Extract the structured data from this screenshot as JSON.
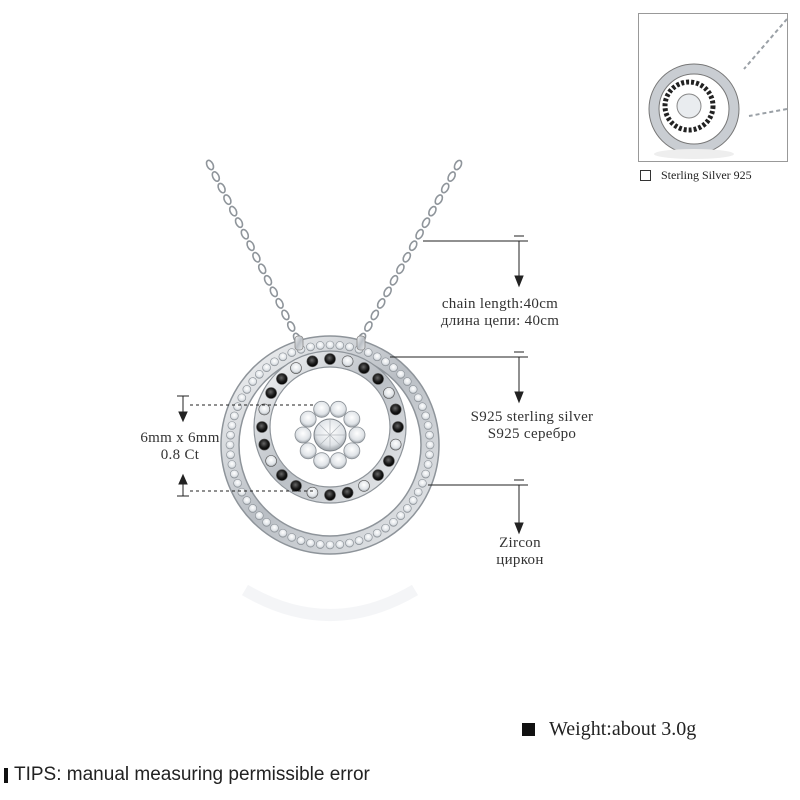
{
  "thumbnail": {
    "caption": "Sterling Silver 925"
  },
  "annotations": {
    "chain": {
      "line1": "chain length:40cm",
      "line2": "длина цепи: 40cm"
    },
    "material": {
      "line1": "S925 sterling silver",
      "line2": "S925 серебро"
    },
    "stone": {
      "line1": "Zircon",
      "line2": "циркон"
    },
    "center": {
      "line1": "6mm x 6mm",
      "line2": "0.8 Ct"
    }
  },
  "weight": {
    "text": "Weight:about 3.0g"
  },
  "tips": {
    "text": "TIPS: manual measuring permissible error"
  },
  "colors": {
    "silver": "#c9cdd2",
    "black_stone": "#1a1a1a",
    "text": "#333333"
  }
}
